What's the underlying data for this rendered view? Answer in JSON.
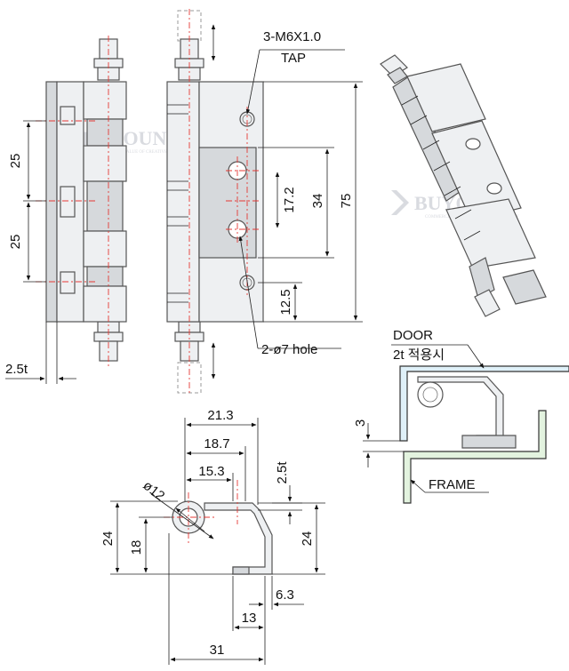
{
  "watermark": {
    "brand": "BUYOUNG",
    "tagline": "COMMERCIAL VALUE OF CREATIVE ENERGY"
  },
  "front_view": {
    "pitch_top": "25",
    "pitch_bottom": "25",
    "thickness": "2.5t"
  },
  "side_view": {
    "tap_spec": "3-M6X1.0",
    "tap_label": "TAP",
    "hole_spacing": "17.2",
    "span": "34",
    "total_length": "75",
    "edge_offset": "12.5",
    "hole_callout": "2-ø7 hole"
  },
  "section_view": {
    "width_outer": "21.3",
    "width_mid": "18.7",
    "width_inner": "15.3",
    "pin_diameter": "ø12",
    "thickness": "2.5t",
    "height_left": "24",
    "height_inner": "18",
    "height_right": "24",
    "flange": "6.3",
    "leg": "13",
    "overall_width": "31"
  },
  "install_view": {
    "door_label": "DOOR",
    "door_note": "2t 적용시",
    "gap": "3",
    "frame_label": "FRAME"
  },
  "colors": {
    "centerline": "#e53935",
    "door_fill": "#dff0f8",
    "frame_fill": "#e3f3df"
  }
}
